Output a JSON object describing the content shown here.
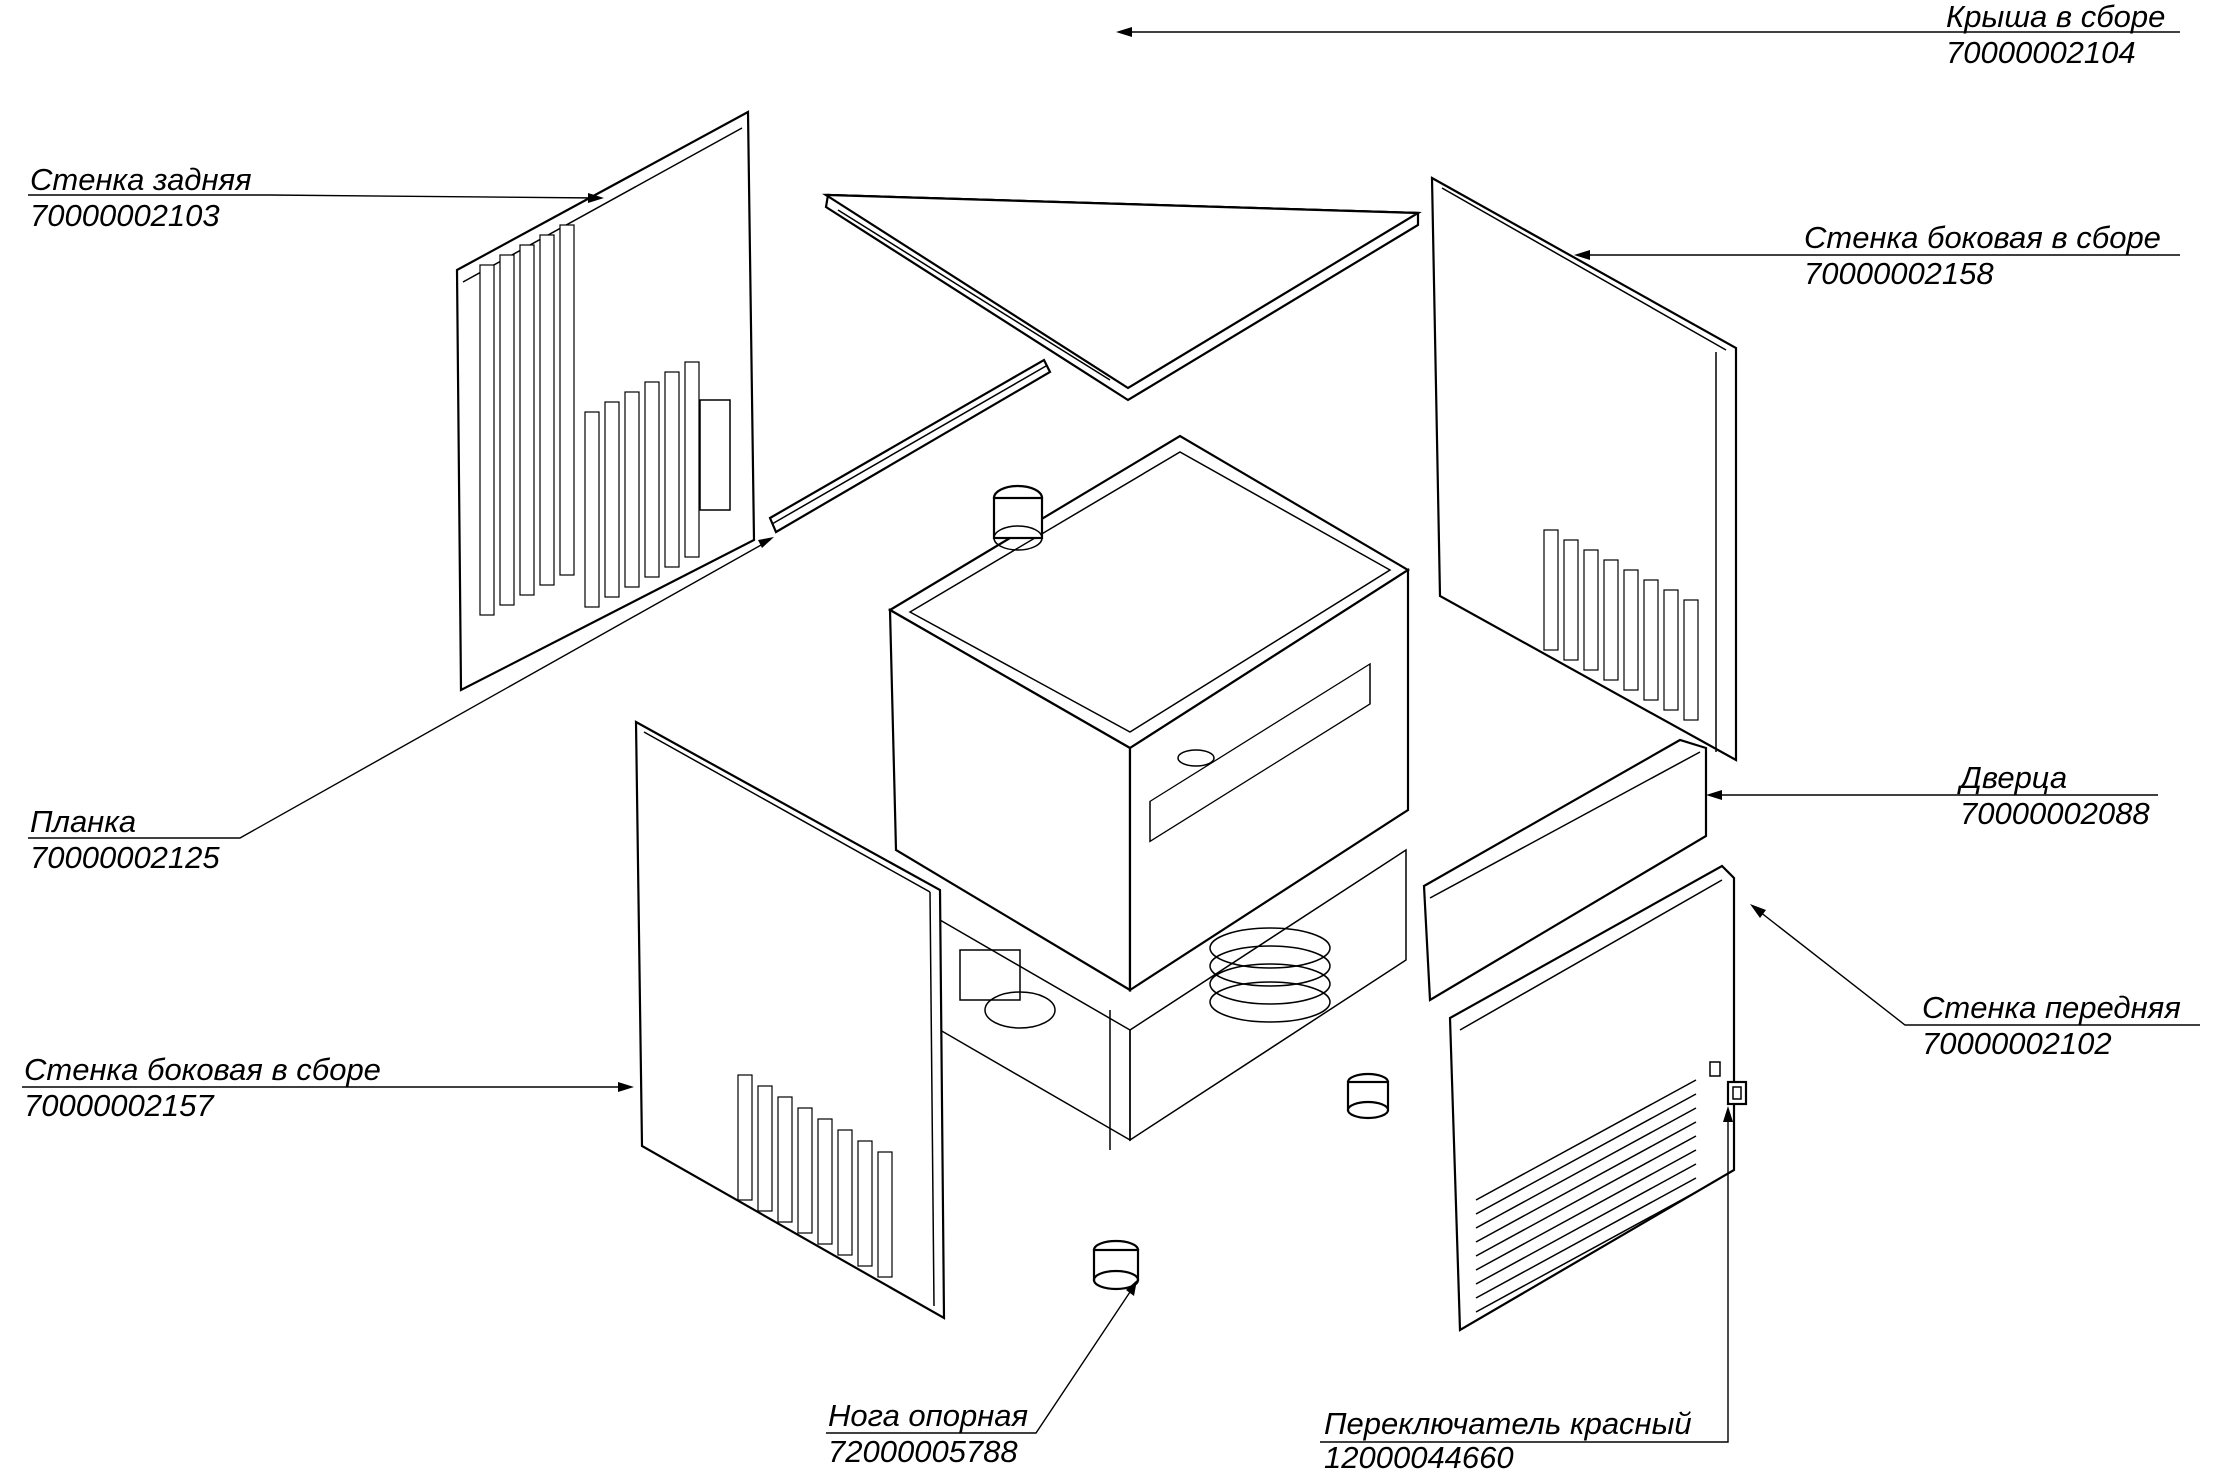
{
  "labels": {
    "roof": {
      "name": "Крыша в сборе",
      "code": "70000002104"
    },
    "back_wall": {
      "name": "Стенка задняя",
      "code": "70000002103"
    },
    "side_wall_right": {
      "name": "Стенка боковая в сборе",
      "code": "70000002158"
    },
    "strip": {
      "name": "Планка",
      "code": "70000002125"
    },
    "door": {
      "name": "Дверца",
      "code": "70000002088"
    },
    "front_wall": {
      "name": "Стенка передняя",
      "code": "70000002102"
    },
    "side_wall_left": {
      "name": "Стенка боковая в сборе",
      "code": "70000002157"
    },
    "support_leg": {
      "name": "Нога опорная",
      "code": "72000005788"
    },
    "switch_red": {
      "name": "Переключатель красный",
      "code": "12000044660"
    }
  }
}
